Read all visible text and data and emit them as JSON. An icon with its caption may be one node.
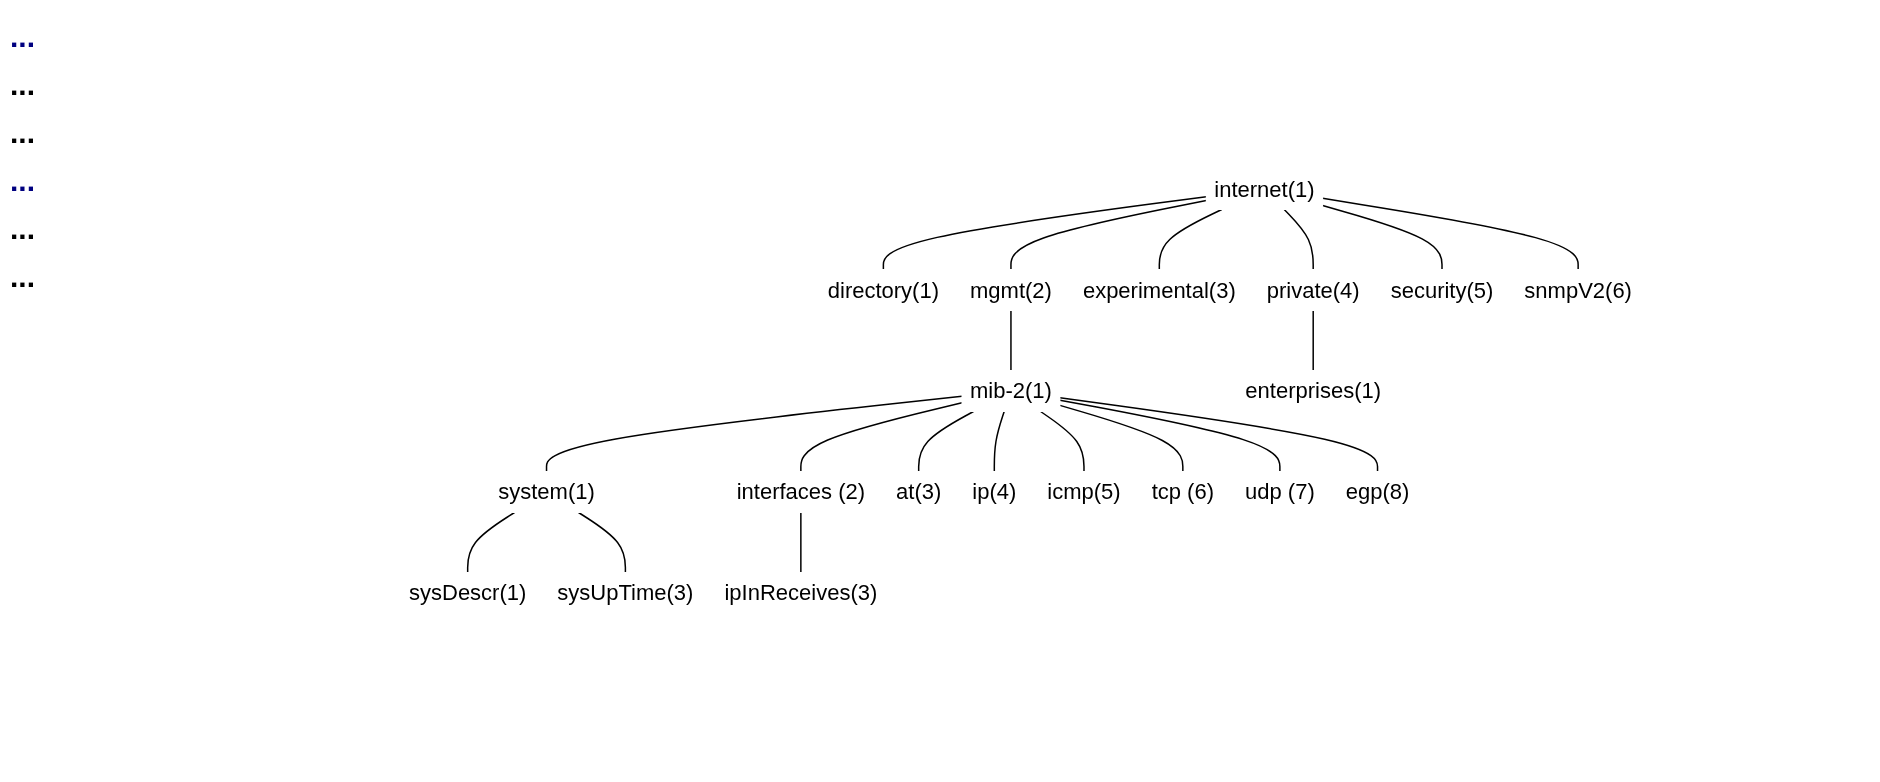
{
  "diagram": {
    "nodes": [
      {
        "text": [
          "internet(1)"
        ]
      },
      {
        "text": [
          "directory(1)"
        ]
      },
      {
        "text": [
          "mgmt(2)"
        ]
      },
      {
        "text": [
          "experimental(3)"
        ]
      },
      {
        "text": [
          "private(4)"
        ]
      },
      {
        "text": [
          "security(5)"
        ]
      },
      {
        "text": [
          "snmpV2(6)"
        ]
      },
      {
        "text": [
          "mib-2(1)"
        ]
      },
      {
        "text": [
          "enterprises(1)"
        ]
      },
      {
        "text": [
          "system(1)"
        ]
      },
      {
        "text": [
          "interfaces (2)"
        ]
      },
      {
        "text": [
          "at(3)"
        ]
      },
      {
        "text": [
          "ip(4)"
        ]
      },
      {
        "text": [
          "icmp(5)"
        ]
      },
      {
        "text": [
          "tcp (6)"
        ]
      },
      {
        "text": [
          "udp (7)"
        ]
      },
      {
        "text": [
          "egp(8)"
        ]
      },
      {
        "text": [
          "sysDescr(1)"
        ]
      },
      {
        "text": [
          "sysUpTime(3)"
        ]
      },
      {
        "text": [
          "ipInReceives(3)"
        ]
      }
    ],
    "edges": [
      {
        "from": 0,
        "to": 1,
        "arrow": "none"
      },
      {
        "from": 0,
        "to": 2,
        "arrow": "none"
      },
      {
        "from": 0,
        "to": 3,
        "arrow": "none"
      },
      {
        "from": 0,
        "to": 4,
        "arrow": "none"
      },
      {
        "from": 0,
        "to": 5,
        "arrow": "none"
      },
      {
        "from": 0,
        "to": 6,
        "arrow": "none"
      },
      {
        "from": 2,
        "to": 7,
        "arrow": "none"
      },
      {
        "from": 4,
        "to": 8,
        "arrow": "none"
      },
      {
        "from": 7,
        "to": 9,
        "arrow": "none"
      },
      {
        "from": 7,
        "to": 10,
        "arrow": "none"
      },
      {
        "from": 7,
        "to": 11,
        "arrow": "none"
      },
      {
        "from": 7,
        "to": 12,
        "arrow": "none"
      },
      {
        "from": 7,
        "to": 13,
        "arrow": "none"
      },
      {
        "from": 7,
        "to": 14,
        "arrow": "none"
      },
      {
        "from": 7,
        "to": 15,
        "arrow": "none"
      },
      {
        "from": 7,
        "to": 16,
        "arrow": "none"
      },
      {
        "from": 9,
        "to": 17,
        "arrow": "none"
      },
      {
        "from": 9,
        "to": 18,
        "arrow": "none"
      },
      {
        "from": 10,
        "to": 19,
        "arrow": "none"
      }
    ],
    "labels": [
      "...",
      "...",
      "...",
      "...",
      "...",
      "..."
    ]
  }
}
